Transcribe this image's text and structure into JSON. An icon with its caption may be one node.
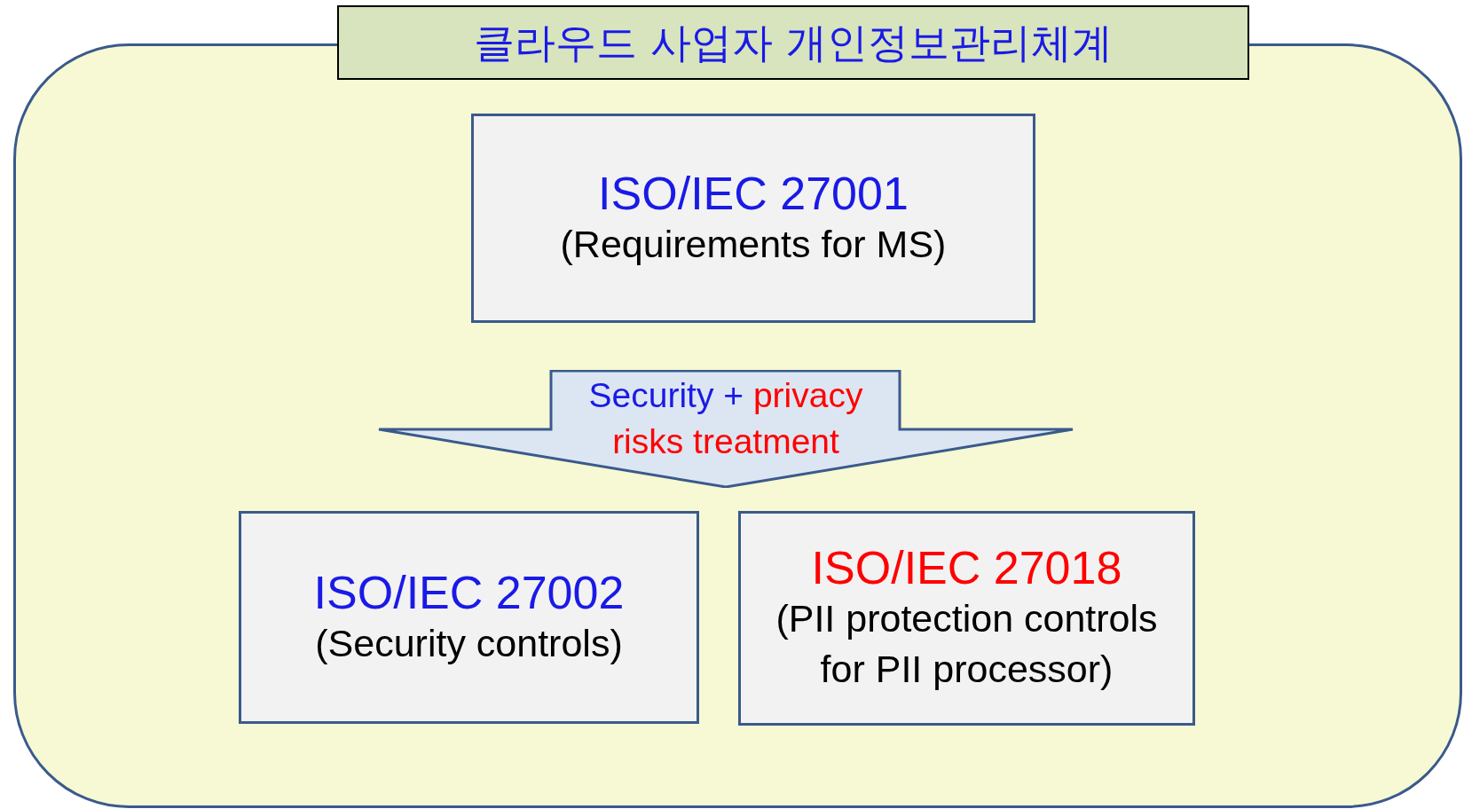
{
  "diagram": {
    "nodes": [
      {
        "text": [],
        "shape": "box"
      },
      {
        "text": [
          "클라우드 사업자 개인정보관리체계"
        ]
      },
      {
        "text": [
          "ISO/IEC 27001",
          "(Requirements for MS)"
        ],
        "in": 0
      },
      {
        "text": [
          "Security +",
          "privacy risks treatment"
        ],
        "in": 0
      },
      {
        "text": [
          "ISO/IEC 27002",
          "(Security controls)"
        ],
        "in": 0
      },
      {
        "text": [
          "ISO/IEC 27018",
          "(PII protection controls for PII processor)"
        ],
        "in": 0
      }
    ]
  }
}
